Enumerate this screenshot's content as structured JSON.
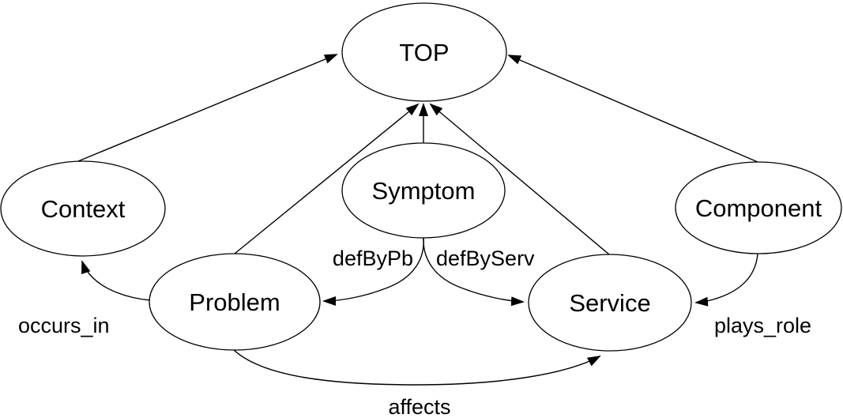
{
  "diagram": {
    "type": "ontology-graph",
    "background_color": "#ffffff",
    "line_color": "#000000",
    "text_color": "#000000",
    "nodes": [
      {
        "id": "top",
        "label": "TOP"
      },
      {
        "id": "context",
        "label": "Context"
      },
      {
        "id": "symptom",
        "label": "Symptom"
      },
      {
        "id": "component",
        "label": "Component"
      },
      {
        "id": "problem",
        "label": "Problem"
      },
      {
        "id": "service",
        "label": "Service"
      }
    ],
    "edges": [
      {
        "from": "Context",
        "to": "TOP",
        "label": ""
      },
      {
        "from": "Component",
        "to": "TOP",
        "label": ""
      },
      {
        "from": "Problem",
        "to": "TOP",
        "label": ""
      },
      {
        "from": "Symptom",
        "to": "TOP",
        "label": ""
      },
      {
        "from": "Service",
        "to": "TOP",
        "label": ""
      },
      {
        "from": "Symptom",
        "to": "Problem",
        "label": "defByPb"
      },
      {
        "from": "Symptom",
        "to": "Service",
        "label": "defByServ"
      },
      {
        "from": "Problem",
        "to": "Context",
        "label": "occurs_in"
      },
      {
        "from": "Component",
        "to": "Service",
        "label": "plays_role"
      },
      {
        "from": "Problem",
        "to": "Service",
        "label": "affects"
      }
    ]
  }
}
